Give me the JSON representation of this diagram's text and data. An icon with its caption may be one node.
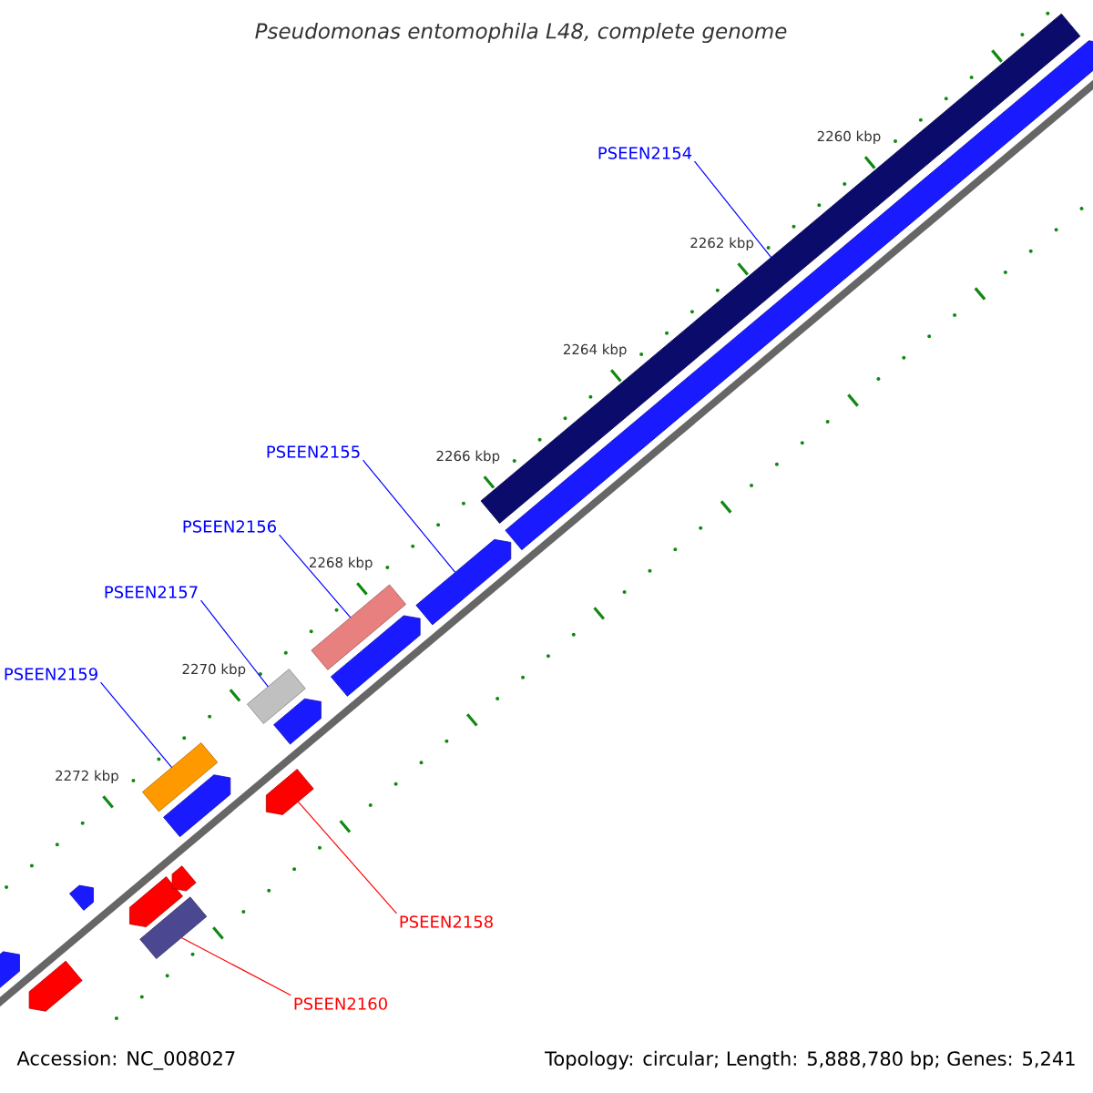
{
  "diagram": {
    "title": "*Pseudomonas entomophila* L48, complete genome",
    "nodes": [
      {
        "text": [
          "PSEEN2154"
        ]
      },
      {
        "text": [
          "PSEEN2155"
        ]
      },
      {
        "text": [
          "PSEEN2156"
        ]
      },
      {
        "text": [
          "PSEEN2157"
        ]
      },
      {
        "text": [
          "PSEEN2159"
        ]
      },
      {
        "text": [
          "PSEEN2158"
        ]
      },
      {
        "text": [
          "PSEEN2160"
        ]
      },
      {
        "text": [],
        "shape": "bar"
      },
      {
        "text": [],
        "shape": "bar"
      },
      {
        "text": [],
        "shape": "bar"
      },
      {
        "text": [],
        "shape": "bar"
      },
      {
        "text": [],
        "shape": "bar"
      },
      {
        "text": [],
        "shape": "bar"
      },
      {
        "text": [],
        "shape": "bar"
      },
      {
        "text": [],
        "shape": "bar"
      },
      {
        "text": [],
        "shape": "bar"
      },
      {
        "text": [],
        "shape": "bar"
      },
      {
        "text": [],
        "shape": "bar"
      },
      {
        "text": [],
        "shape": "bar"
      },
      {
        "text": [],
        "shape": "bar"
      },
      {
        "text": [],
        "shape": "bar"
      },
      {
        "text": [],
        "shape": "bar"
      },
      {
        "text": [],
        "shape": "bar"
      }
    ],
    "edges": [
      {
        "from": 0,
        "to": 21,
        "arrow": "none"
      },
      {
        "from": 1,
        "to": 20,
        "arrow": "none"
      },
      {
        "from": 2,
        "to": 18,
        "arrow": "none"
      },
      {
        "from": 3,
        "to": 15,
        "arrow": "none"
      },
      {
        "from": 4,
        "to": 12,
        "arrow": "none"
      },
      {
        "from": 5,
        "to": 16,
        "arrow": "none",
        "color": "#ff0000"
      },
      {
        "from": 6,
        "to": 11,
        "arrow": "none",
        "color": "#ff0000"
      }
    ],
    "labels": [
      "2260 kbp",
      "2262 kbp",
      "2264 kbp",
      "2266 kbp",
      "2268 kbp",
      "2270 kbp",
      "2272 kbp",
      "Accession: NC_008027",
      "Topology: circular; Length: 5,888,780 bp; Genes: 5,241"
    ]
  }
}
